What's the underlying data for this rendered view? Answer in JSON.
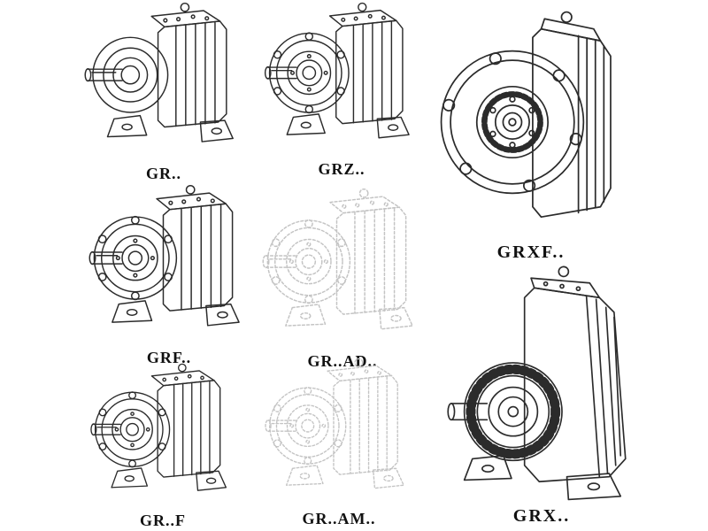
{
  "page": {
    "type": "gear-reducer-catalog-line-drawings",
    "background": "#ffffff"
  },
  "colors": {
    "line": "#2b2b2b",
    "ghost_line": "#c4c4c4",
    "label": "#111111"
  },
  "figures": [
    {
      "id": "gr",
      "label": "GR..",
      "style": "solid",
      "drawing": "foot-mounted-helical-gearbox-isometric"
    },
    {
      "id": "grz",
      "label": "GRZ..",
      "style": "solid",
      "drawing": "foot-mounted-helical-gearbox-with-bolt-ring-isometric"
    },
    {
      "id": "grxf",
      "label": "GRXF..",
      "style": "solid",
      "drawing": "flange-mounted-gearbox-front-view"
    },
    {
      "id": "grf",
      "label": "GRF..",
      "style": "solid",
      "drawing": "flange-mounted-helical-gearbox-isometric"
    },
    {
      "id": "gr_ad",
      "label": "GR..AD..",
      "style": "ghost",
      "drawing": "gearbox-with-input-adapter-ghost-lines"
    },
    {
      "id": "gr_f",
      "label": "GR..F",
      "style": "solid",
      "drawing": "flange-mounted-helical-gearbox-isometric"
    },
    {
      "id": "gr_am",
      "label": "GR..AM..",
      "style": "ghost",
      "drawing": "gearbox-with-motor-adapter-ghost-lines"
    },
    {
      "id": "grx",
      "label": "GRX..",
      "style": "solid",
      "drawing": "large-finned-helical-gearbox-isometric"
    }
  ]
}
